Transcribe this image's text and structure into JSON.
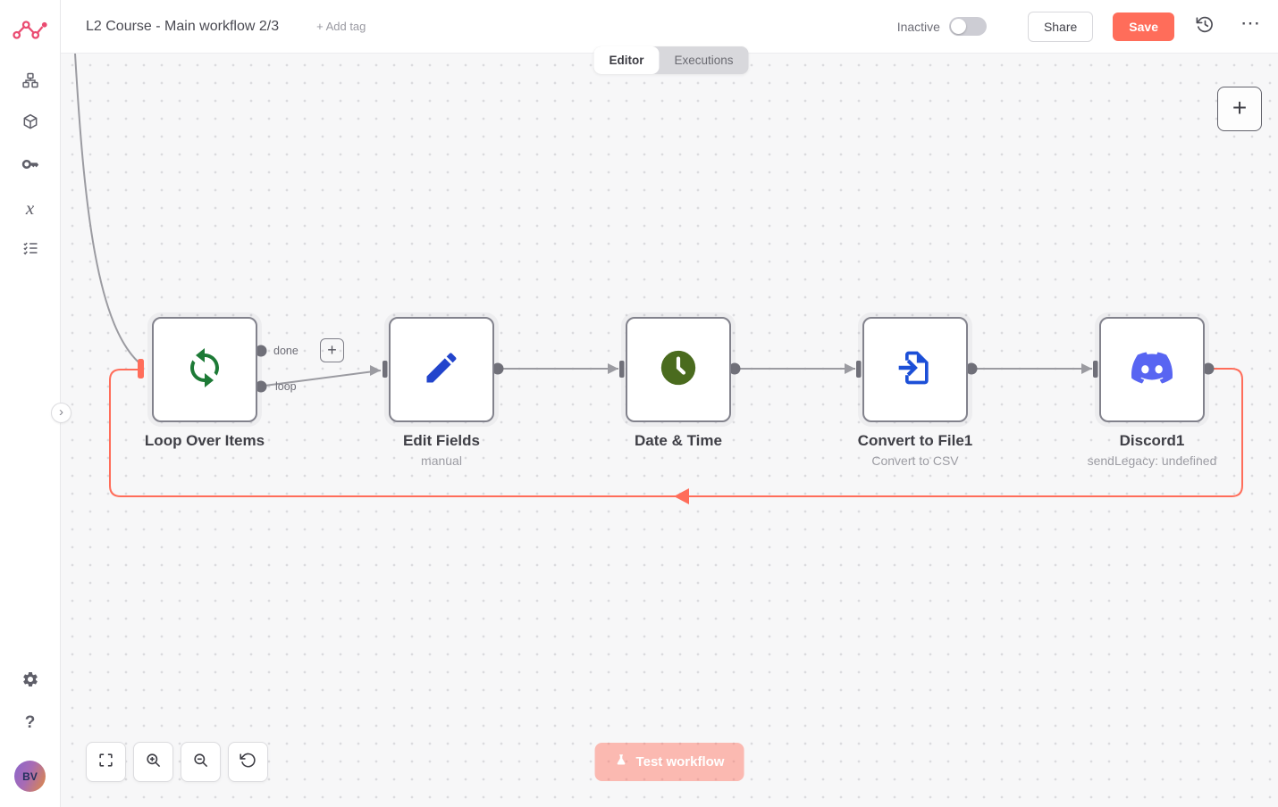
{
  "header": {
    "title": "L2 Course - Main workflow 2/3",
    "add_tag_label": "+ Add tag",
    "status_label": "Inactive",
    "status_active": false,
    "share_label": "Share",
    "save_label": "Save"
  },
  "tabs": {
    "editor": "Editor",
    "executions": "Executions",
    "active_tab": "Editor"
  },
  "sidebar": {
    "avatar_initials": "BV",
    "help_glyph": "?",
    "variables_glyph": "x"
  },
  "canvas": {
    "nodes": [
      {
        "title": "Loop Over Items",
        "subtitle": "",
        "icon": "loop-sync-icon",
        "outputs": [
          {
            "label": "done"
          },
          {
            "label": "loop"
          }
        ]
      },
      {
        "title": "Edit Fields",
        "subtitle": "manual",
        "icon": "pencil-icon"
      },
      {
        "title": "Date & Time",
        "subtitle": "",
        "icon": "clock-icon"
      },
      {
        "title": "Convert to File1",
        "subtitle": "Convert to CSV",
        "icon": "file-import-icon"
      },
      {
        "title": "Discord1",
        "subtitle": "sendLegacy: undefined",
        "icon": "discord-icon"
      }
    ]
  },
  "controls": {
    "test_workflow_label": "Test workflow"
  },
  "glyphs": {
    "plus": "+",
    "chevron": "›",
    "more": "⋯"
  },
  "icons": {
    "logo": "n8n-logo",
    "sidebar": [
      "workflows-icon",
      "templates-icon",
      "credentials-icon",
      "variables-icon",
      "executions-icon",
      "settings-gear-icon",
      "help-icon"
    ],
    "header": [
      "history-icon",
      "more-menu-icon"
    ],
    "node_icons": [
      "loop-sync-icon",
      "pencil-icon",
      "clock-icon",
      "file-import-icon",
      "discord-icon"
    ],
    "canvas_controls": [
      "zoom-to-fit-icon",
      "zoom-in-icon",
      "zoom-out-icon",
      "reset-zoom-icon"
    ],
    "test_button_icon": "flask-icon"
  },
  "colors": {
    "accent": "#ff6d5a",
    "connector_gray": "#9b9ba1",
    "loop_green": "#1d7a36",
    "pencil_blue": "#2244cc",
    "clock_green": "#4a6b1e",
    "file_blue": "#1c4fd7",
    "discord_blurple": "#5865f2",
    "logo_pink": "#ea4b71"
  }
}
